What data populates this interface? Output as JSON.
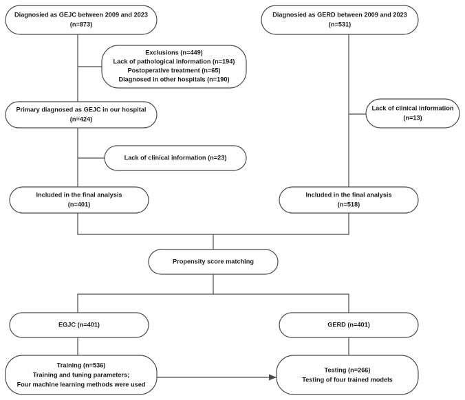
{
  "diagram": {
    "title": "Study participant selection flowchart",
    "stroke_color": "#4a4a4a",
    "text_color": "#1a1a1a",
    "background_color": "#ffffff"
  },
  "nodes": {
    "gejc_source": {
      "lines": [
        "Diagnosied as GEJC between 2009 and 2023",
        "(n=873)"
      ]
    },
    "gerd_source": {
      "lines": [
        "Diagnosied as GERD between 2009 and 2023",
        "(n=531)"
      ]
    },
    "exclusions": {
      "lines": [
        "Exclusions (n=449)",
        "Lack of pathological information (n=194)",
        "Postoperative treatment (n=65)",
        "Diagnosed in other hospitals (n=190)"
      ]
    },
    "gejc_primary": {
      "lines": [
        "Primary diagnosed as GEJC in our hospital",
        "(n=424)"
      ]
    },
    "gerd_exclusion": {
      "lines": [
        "Lack of clinical information",
        "(n=13)"
      ]
    },
    "gejc_exclusion": {
      "lines": [
        "Lack of clinical information (n=23)"
      ]
    },
    "gejc_final": {
      "lines": [
        "Included in the final analysis",
        "(n=401)"
      ]
    },
    "gerd_final": {
      "lines": [
        "Included in the final analysis",
        "(n=518)"
      ]
    },
    "psm": {
      "lines": [
        "Propensity score matching"
      ]
    },
    "egjc_matched": {
      "lines": [
        "EGJC (n=401)"
      ]
    },
    "gerd_matched": {
      "lines": [
        "GERD (n=401)"
      ]
    },
    "training": {
      "lines": [
        "Training (n=536)",
        "Training and tuning parameters;",
        "Four machine learning methods were used"
      ]
    },
    "testing": {
      "lines": [
        "Testing (n=266)",
        "Testing of four trained models"
      ]
    }
  }
}
